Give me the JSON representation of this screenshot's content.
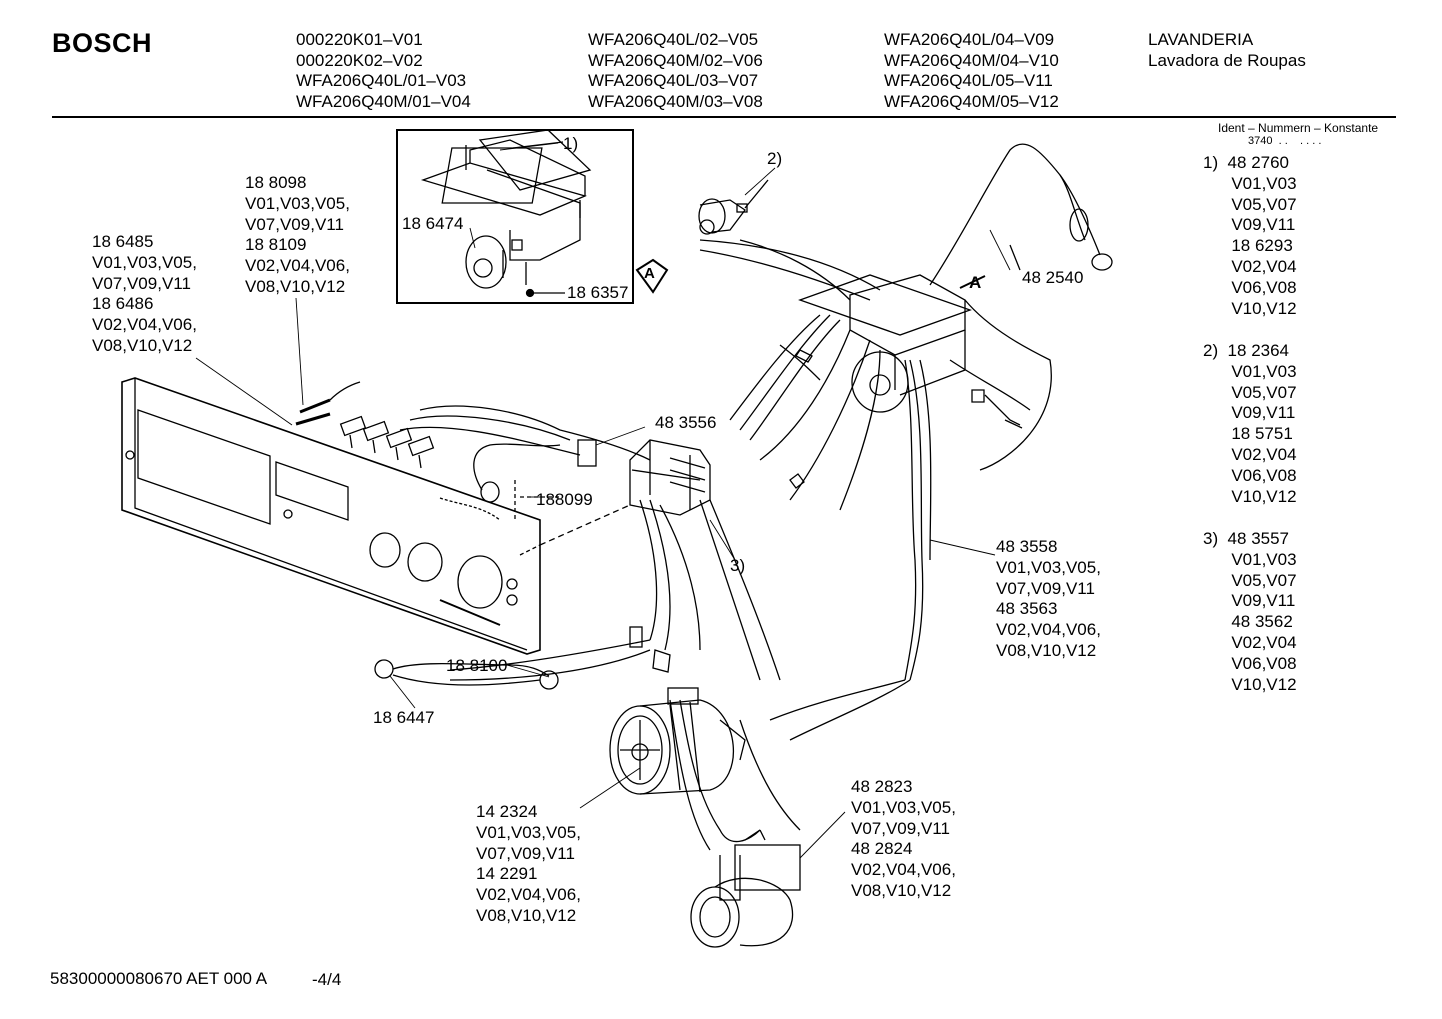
{
  "header": {
    "brand": "BOSCH",
    "col1": "000220K01–V01\n000220K02–V02\nWFA206Q40L/01–V03\nWFA206Q40M/01–V04",
    "col2": "WFA206Q40L/02–V05\nWFA206Q40M/02–V06\nWFA206Q40L/03–V07\nWFA206Q40M/03–V08",
    "col3": "WFA206Q40L/04–V09\nWFA206Q40M/04–V10\nWFA206Q40L/05–V11\nWFA206Q40M/05–V12",
    "col4": "LAVANDERIA\nLavadora de Roupas"
  },
  "ident": {
    "title": "Ident – Nummern – Konstante",
    "const": "3740  . .    . . . .",
    "group1": "1)  48 2760\n      V01,V03\n      V05,V07\n      V09,V11\n      18 6293\n      V02,V04\n      V06,V08\n      V10,V12",
    "group2": "2)  18 2364\n      V01,V03\n      V05,V07\n      V09,V11\n      18 5751\n      V02,V04\n      V06,V08\n      V10,V12",
    "group3": "3)  48 3557\n      V01,V03\n      V05,V07\n      V09,V11\n      48 3562\n      V02,V04\n      V06,V08\n      V10,V12"
  },
  "labels": {
    "inset_1": "1)",
    "inset_186474": "18 6474",
    "inset_186357": "18 6357",
    "marker_a_inset": "A",
    "label_2": "2)",
    "marker_a_main": "A",
    "part_482540": "48 2540",
    "part_188098": "18 8098\nV01,V03,V05,\nV07,V09,V11\n18 8109\nV02,V04,V06,\nV08,V10,V12",
    "part_186485": "18 6485\nV01,V03,V05,\nV07,V09,V11\n18 6486\nV02,V04,V06,\nV08,V10,V12",
    "part_483556": "48 3556",
    "part_188099": "188099",
    "label_3": "3)",
    "part_483558": "48 3558\nV01,V03,V05,\nV07,V09,V11\n48 3563\nV02,V04,V06,\nV08,V10,V12",
    "part_188100": "18 8100",
    "part_186447": "18 6447",
    "part_142324": "14 2324\nV01,V03,V05,\nV07,V09,V11\n14 2291\nV02,V04,V06,\nV08,V10,V12",
    "part_482823": "48 2823\nV01,V03,V05,\nV07,V09,V11\n48 2824\nV02,V04,V06,\nV08,V10,V12"
  },
  "footer": {
    "code": "58300000080670 AET 000 A",
    "page": "-4/4"
  }
}
